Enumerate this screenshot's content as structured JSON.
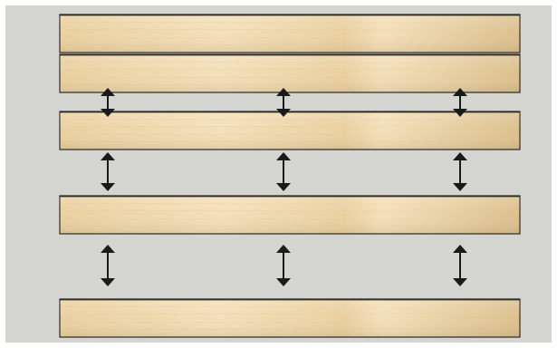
{
  "diagram": {
    "background_color": "#d4d4d1",
    "border_color": "#ffffff",
    "board": {
      "color_light": "#f3dfb8",
      "color_mid": "#ead0a0",
      "color_dark": "#dcc08e",
      "outline_color": "#2f2a22"
    },
    "arrow": {
      "color": "#1a1a1a",
      "icon": "double-headed-vertical-arrow"
    },
    "boards": [
      {
        "name": "board-1"
      },
      {
        "name": "board-2"
      },
      {
        "name": "board-3"
      },
      {
        "name": "board-4"
      },
      {
        "name": "board-5"
      }
    ],
    "gap_groups": [
      {
        "between": [
          "board-2",
          "board-3"
        ],
        "arrow_count": 3
      },
      {
        "between": [
          "board-3",
          "board-4"
        ],
        "arrow_count": 3
      },
      {
        "between": [
          "board-4",
          "board-5"
        ],
        "arrow_count": 3
      }
    ]
  }
}
